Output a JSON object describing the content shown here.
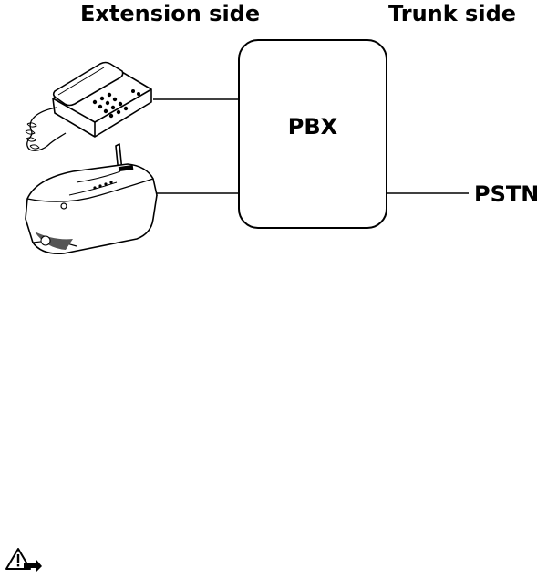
{
  "diagram": {
    "headings": {
      "extension_side": "Extension side",
      "trunk_side": "Trunk side"
    },
    "nodes": {
      "pbx": "PBX",
      "pstn": "PSTN"
    },
    "icons": [
      "desk-phone-icon",
      "base-station-icon",
      "warning-icon"
    ]
  }
}
